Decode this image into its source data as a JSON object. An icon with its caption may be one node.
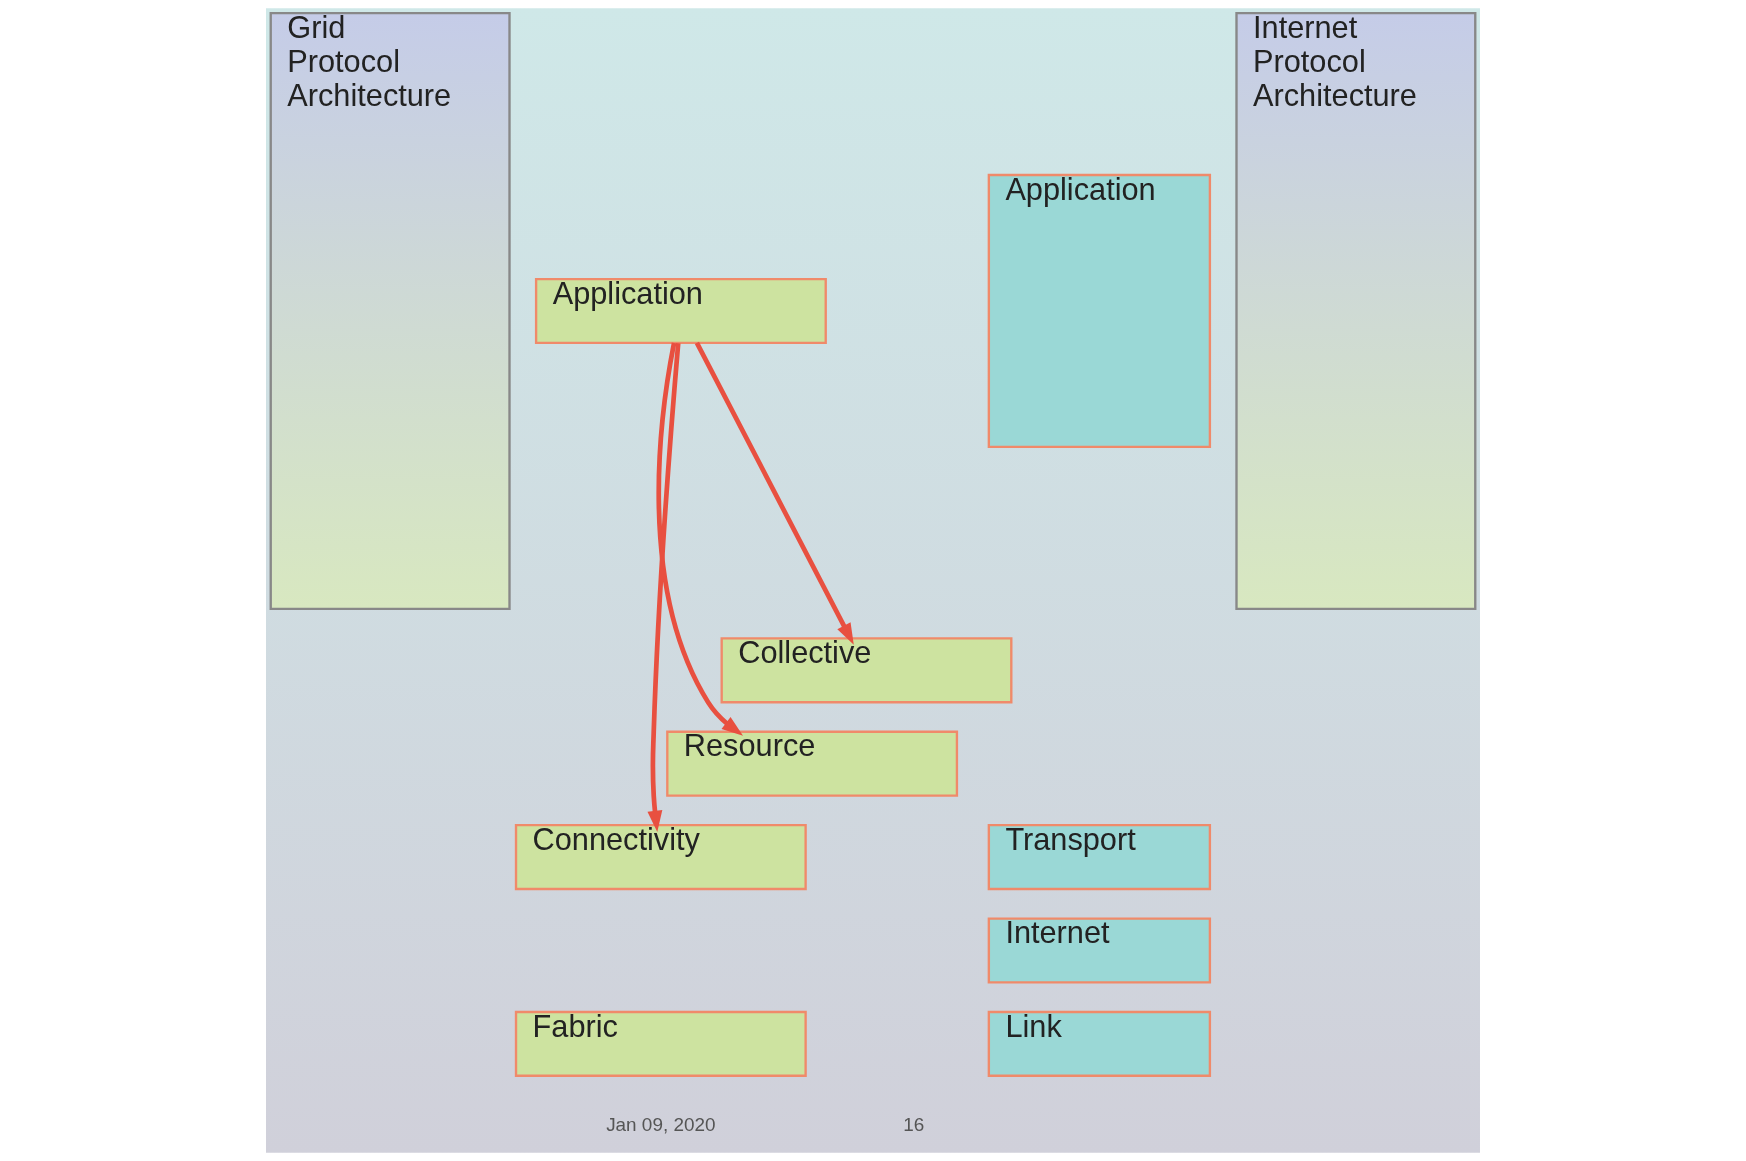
{
  "diagram": {
    "nodes": [
      {
        "text": [
          "Grid Protocol Architecture"
        ]
      },
      {
        "text": [
          "Application"
        ]
      },
      {
        "text": [
          "Collective"
        ]
      },
      {
        "text": [
          "Resource"
        ]
      },
      {
        "text": [
          "Connectivity"
        ]
      },
      {
        "text": [
          "Fabric"
        ]
      },
      {
        "text": [
          "Application"
        ]
      },
      {
        "text": [
          "Transport"
        ]
      },
      {
        "text": [
          "Internet"
        ]
      },
      {
        "text": [
          "Link"
        ]
      },
      {
        "text": [
          "Internet Protocol Architecture"
        ]
      }
    ],
    "edges": [
      {
        "from": 1,
        "to": 2,
        "arrow": "to"
      },
      {
        "from": 1,
        "to": 3,
        "arrow": "to"
      },
      {
        "from": 1,
        "to": 4,
        "arrow": "to"
      }
    ],
    "labels": [
      "Jan 09, 2020",
      "16"
    ]
  }
}
